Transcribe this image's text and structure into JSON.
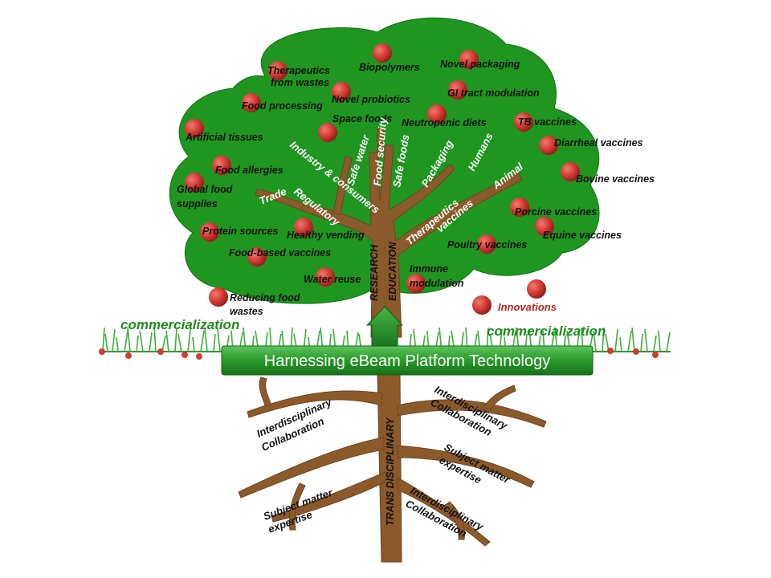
{
  "banner": {
    "text": "Harnessing eBeam Platform Technology"
  },
  "trunk": {
    "research": "RESEARCH",
    "education": "EDUCATION",
    "trans": "TRANS DISCIPLINARY"
  },
  "branches": {
    "industry": "Industry & consumers",
    "regulatory": "Regulatory",
    "trade": "Trade",
    "safe_water": "Safe water",
    "food_security": "Food security",
    "safe_foods": "Safe foods",
    "packaging": "Packaging",
    "humans": "Humans",
    "therapeutics": "Therapeutics",
    "vaccines": "vaccines",
    "animal": "Animal"
  },
  "fruits": {
    "therapeutics_wastes_1": "Therapeutics",
    "therapeutics_wastes_2": "from wastes",
    "biopolymers": "Biopolymers",
    "novel_packaging": "Novel packaging",
    "food_processing": "Food processing",
    "novel_probiotics": "Novel probiotics",
    "gi_tract": "GI tract modulation",
    "space_foods": "Space foods",
    "neutropenic": "Neutropenic diets",
    "tb_vaccines": "TB vaccines",
    "artificial_tissues": "Artificial tissues",
    "diarrheal": "Diarrheal vaccines",
    "food_allergies": "Food  allergies",
    "bovine": "Bovine vaccines",
    "global_food_1": "Global  food",
    "global_food_2": "supplies",
    "porcine": "Porcine vaccines",
    "protein": "Protein sources",
    "healthy_vending": "Healthy vending",
    "equine": "Equine vaccines",
    "poultry": "Poultry vaccines",
    "food_based_vaccines": "Food-based vaccines",
    "immune_1": "Immune",
    "immune_2": "modulation",
    "water_reuse": "Water reuse",
    "reducing_1": "Reducing food",
    "reducing_2": "wastes"
  },
  "innovations": "Innovations",
  "commercialization_left": "commercialization",
  "commercialization_right": "commercialization",
  "roots": {
    "left_top_1": "Interdisciplinary",
    "left_top_2": "Collaboration",
    "left_bottom_1": "Subject matter",
    "left_bottom_2": "expertise",
    "right_top_1": "Interdisciplinary",
    "right_top_2": "Collaboration",
    "right_mid_1": "Subject matter",
    "right_mid_2": "expertise",
    "right_bottom_1": "Interdisciplinary",
    "right_bottom_2": "Collaboration"
  },
  "colors": {
    "canopy": "#1e9620",
    "trunk": "#8b5a2b",
    "fruit": "#d9332e",
    "banner": "#2e9a2e",
    "innovations": "#c0201e",
    "commercialization": "#1e8c1e"
  }
}
